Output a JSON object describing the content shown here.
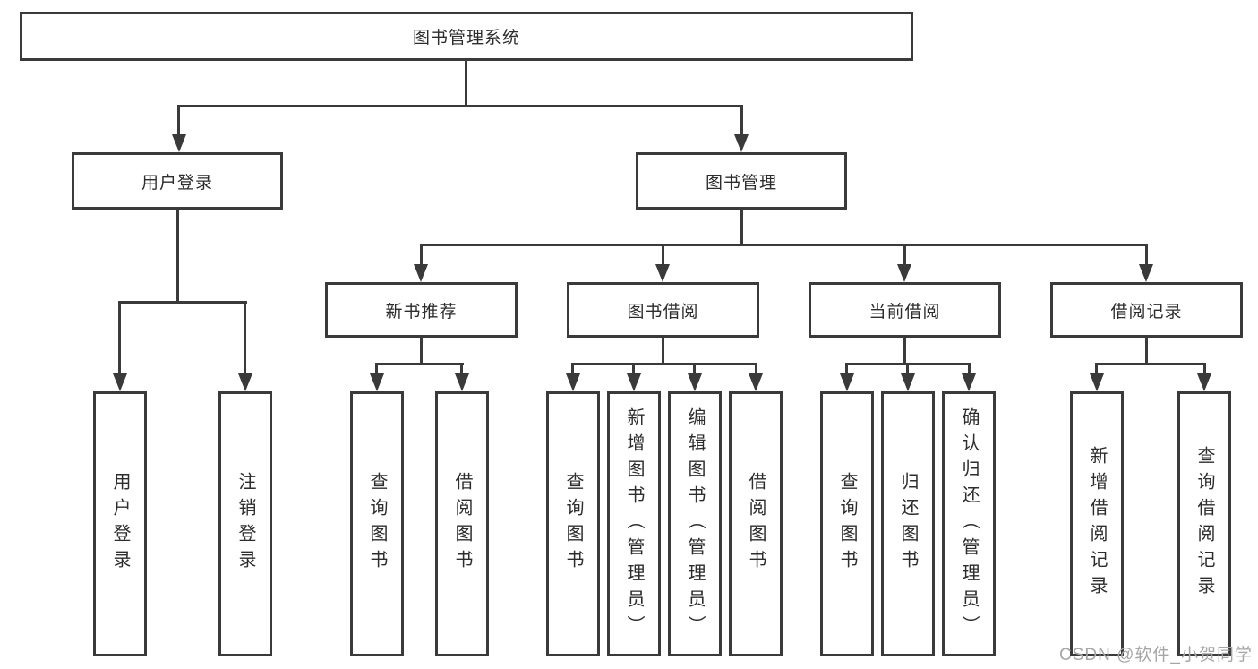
{
  "tree": {
    "root": {
      "label": "图书管理系统"
    },
    "branches": [
      {
        "label": "用户登录",
        "leaves": [
          {
            "label": "用户登录"
          },
          {
            "label": "注销登录"
          }
        ]
      },
      {
        "label": "图书管理",
        "groups": [
          {
            "label": "新书推荐",
            "leaves": [
              {
                "label": "查询图书"
              },
              {
                "label": "借阅图书"
              }
            ]
          },
          {
            "label": "图书借阅",
            "leaves": [
              {
                "label": "查询图书"
              },
              {
                "label": "新增图书（管理员）"
              },
              {
                "label": "编辑图书（管理员）"
              },
              {
                "label": "借阅图书"
              }
            ]
          },
          {
            "label": "当前借阅",
            "leaves": [
              {
                "label": "查询图书"
              },
              {
                "label": "归还图书"
              },
              {
                "label": "确认归还（管理员）"
              }
            ]
          },
          {
            "label": "借阅记录",
            "leaves": [
              {
                "label": "新增借阅记录"
              },
              {
                "label": "查询借阅记录"
              }
            ]
          }
        ]
      }
    ]
  },
  "watermark": {
    "text": "CSDN @软件_小贺同学"
  },
  "colors": {
    "line": "#3a3a3a",
    "text": "#2d2d2d",
    "watermark": "#a6a6a6",
    "background": "#ffffff"
  }
}
